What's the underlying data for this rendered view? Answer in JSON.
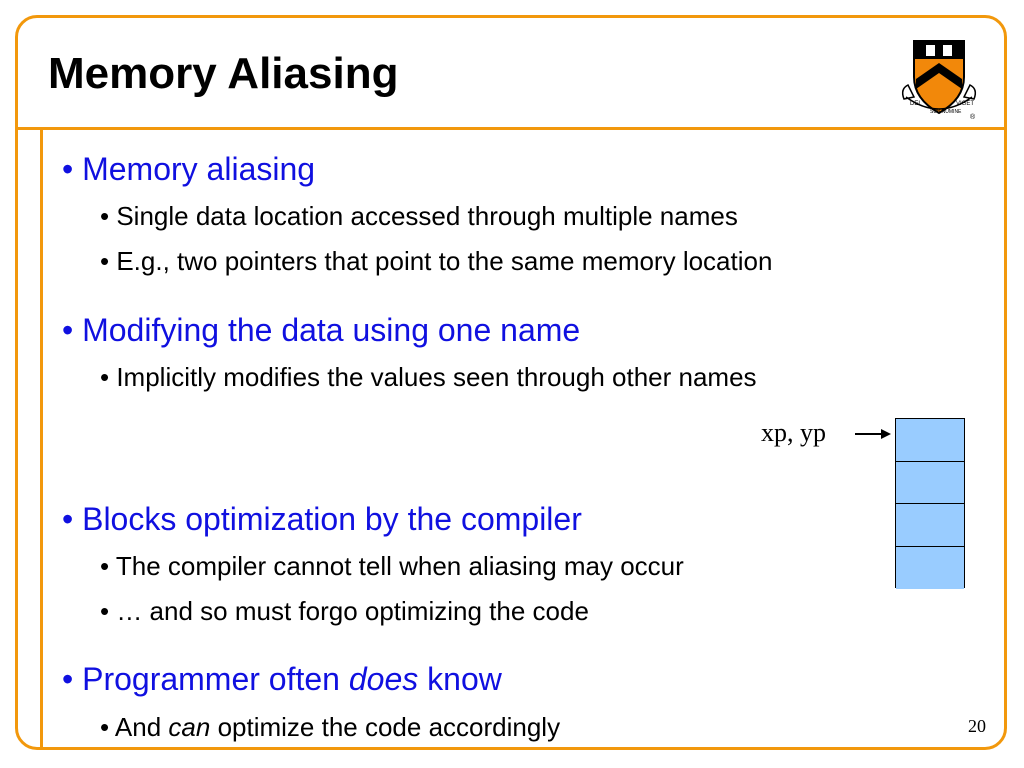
{
  "slide": {
    "title": "Memory Aliasing",
    "page_number": "20"
  },
  "logo": {
    "icon": "princeton-shield-icon",
    "motto_left": "DEI",
    "motto_middle": "SUB NUMINE",
    "motto_right": "VIGET",
    "registered_mark": "®"
  },
  "bullets": [
    {
      "text": "Memory aliasing",
      "sub": [
        "Single data location accessed through multiple names",
        "E.g., two pointers that point to the same memory location"
      ]
    },
    {
      "text": "Modifying the data using one name",
      "sub": [
        "Implicitly modifies the values seen through other names"
      ]
    },
    {
      "text": "Blocks optimization by the compiler",
      "sub": [
        "The compiler cannot tell when aliasing may occur",
        "… and so must forgo optimizing the code"
      ]
    },
    {
      "text_before": "Programmer often",
      "text_emphasis": "does",
      "text_after": "know",
      "sub": [
        {
          "before": "And",
          "emphasis": "can",
          "after": "optimize the code accordingly"
        }
      ]
    }
  ],
  "diagram": {
    "pointer_label": "xp, yp",
    "cell_color": "#99ccff",
    "cells": 4
  },
  "colors": {
    "accent": "#f2980c",
    "bullet_level1": "#1010e0"
  }
}
